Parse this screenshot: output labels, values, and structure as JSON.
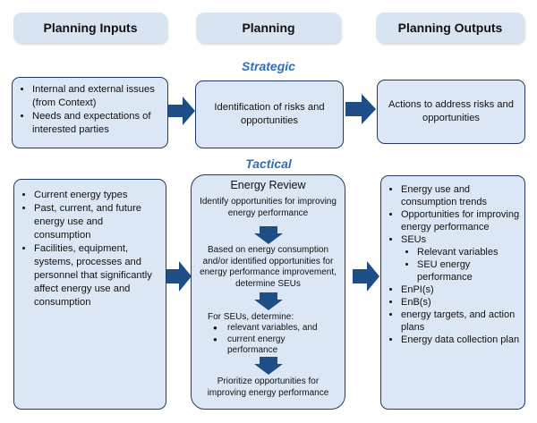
{
  "headers": {
    "inputs": "Planning Inputs",
    "planning": "Planning",
    "outputs": "Planning Outputs"
  },
  "sections": {
    "strategic": "Strategic",
    "tactical": "Tactical"
  },
  "strategic": {
    "inputs": [
      "Internal and external issues (from Context)",
      "Needs and expectations of interested parties"
    ],
    "planning": "Identification of risks and opportunities",
    "outputs": "Actions to address risks and opportunities"
  },
  "tactical": {
    "inputs": [
      "Current energy types",
      "Past, current, and future energy use and consumption",
      "Facilities, equipment, systems, processes and personnel that significantly affect energy use and consumption"
    ],
    "energy_review": {
      "title": "Energy Review",
      "step1": "Identify opportunities for improving energy performance",
      "step2": "Based on energy consumption and/or identified opportunities for energy performance improvement, determine SEUs",
      "step3_intro": "For SEUs, determine:",
      "step3_items": [
        "relevant variables, and",
        "current energy performance"
      ],
      "step4": "Prioritize opportunities for improving energy performance"
    },
    "outputs": {
      "item1": "Energy use and consumption trends",
      "item2": "Opportunities for improving energy performance",
      "item3": "SEUs",
      "seu_sub": [
        "Relevant variables",
        "SEU energy performance"
      ],
      "item4": "EnPI(s)",
      "item5": "EnB(s)",
      "item6": "energy targets, and action plans",
      "item7": "Energy data collection plan"
    }
  },
  "colors": {
    "box_fill": "#dce7f5",
    "box_border": "#1f3b66",
    "arrow": "#1f4e86",
    "accent_text": "#2f6fb5"
  }
}
